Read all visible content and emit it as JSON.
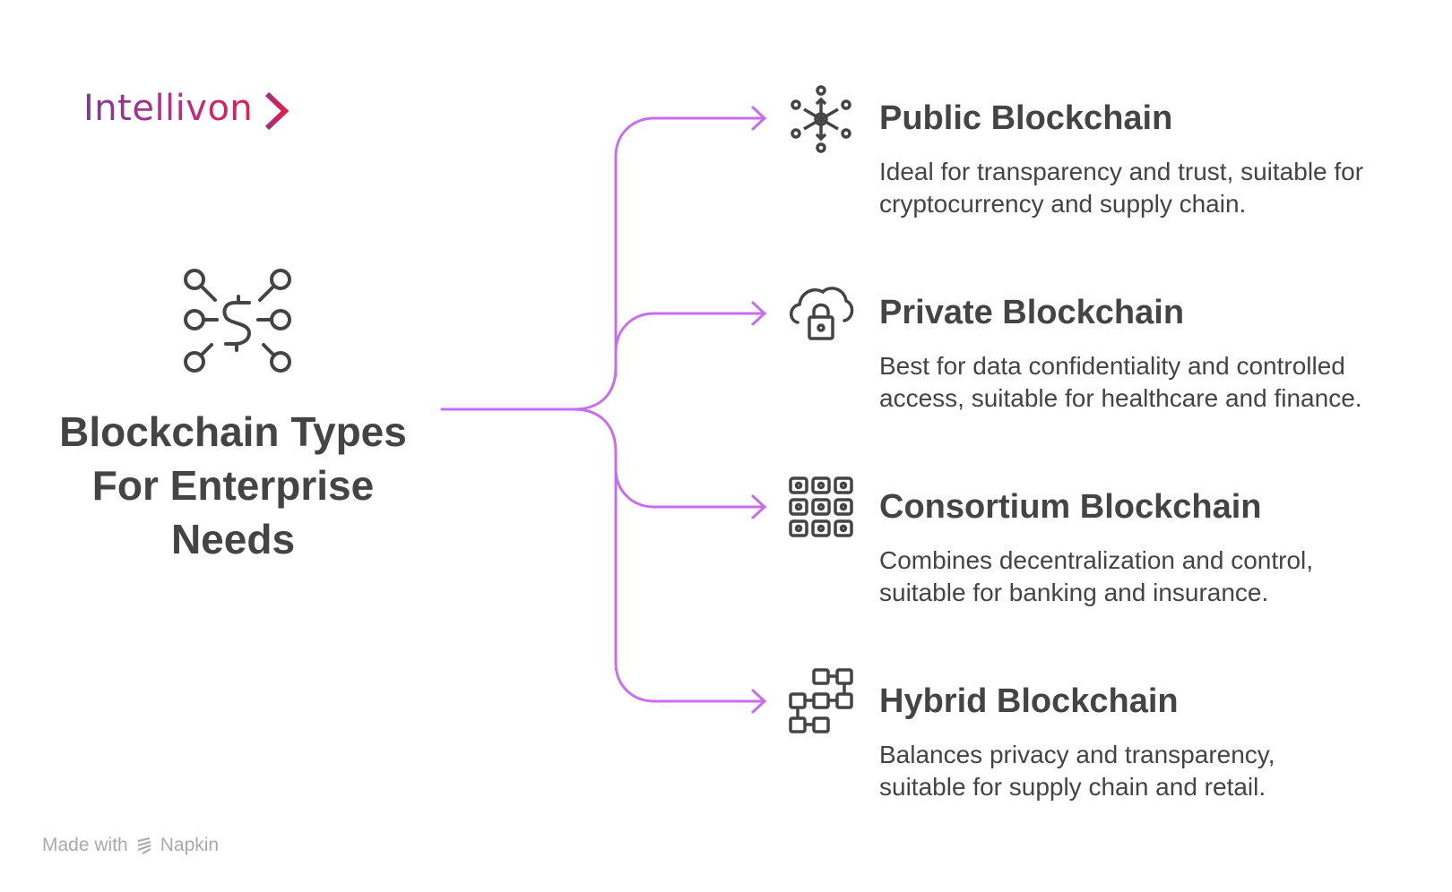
{
  "brand": {
    "logo_text": "Intellivon"
  },
  "title": {
    "lines": [
      "Blockchain Types",
      "For Enterprise",
      "Needs"
    ]
  },
  "colors": {
    "connector": "#c86df0",
    "text": "#444444",
    "icon": "#444444"
  },
  "items": [
    {
      "heading": "Public Blockchain",
      "icon": "network-hub-icon",
      "description": [
        "Ideal for transparency and trust, suitable for",
        "cryptocurrency and supply chain."
      ]
    },
    {
      "heading": "Private Blockchain",
      "icon": "cloud-lock-icon",
      "description": [
        "Best for data confidentiality and controlled",
        "access, suitable for healthcare and finance."
      ]
    },
    {
      "heading": "Consortium Blockchain",
      "icon": "block-grid-icon",
      "description": [
        "Combines decentralization and control,",
        "suitable for banking and insurance."
      ]
    },
    {
      "heading": "Hybrid Blockchain",
      "icon": "linked-blocks-icon",
      "description": [
        "Balances privacy and transparency,",
        "suitable for supply chain and retail."
      ]
    }
  ],
  "footer": {
    "made_with": "Made with",
    "brand": "Napkin"
  }
}
